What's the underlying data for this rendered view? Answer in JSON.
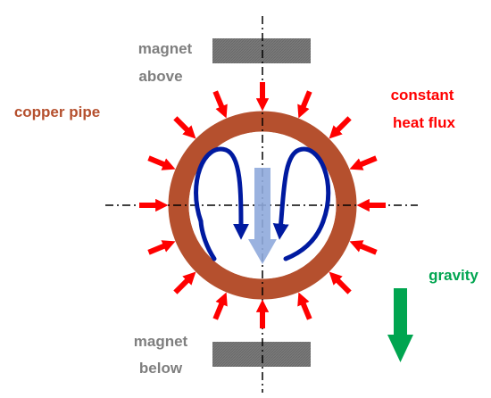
{
  "labels": {
    "magnet_above_1": "magnet",
    "magnet_above_2": "above",
    "magnet_below_1": "magnet",
    "magnet_below_2": "below",
    "copper_pipe": "copper pipe",
    "heat_flux_1": "constant",
    "heat_flux_2": "heat flux",
    "gravity": "gravity"
  },
  "colors": {
    "magnet": "#7f7f7f",
    "magnet_text": "#7f7f7f",
    "copper": "#b5502e",
    "heat_flux": "#ff0000",
    "gravity": "#00a550",
    "flow": "#001aa0",
    "center_flow": "#8faadc",
    "axis": "#000000"
  }
}
